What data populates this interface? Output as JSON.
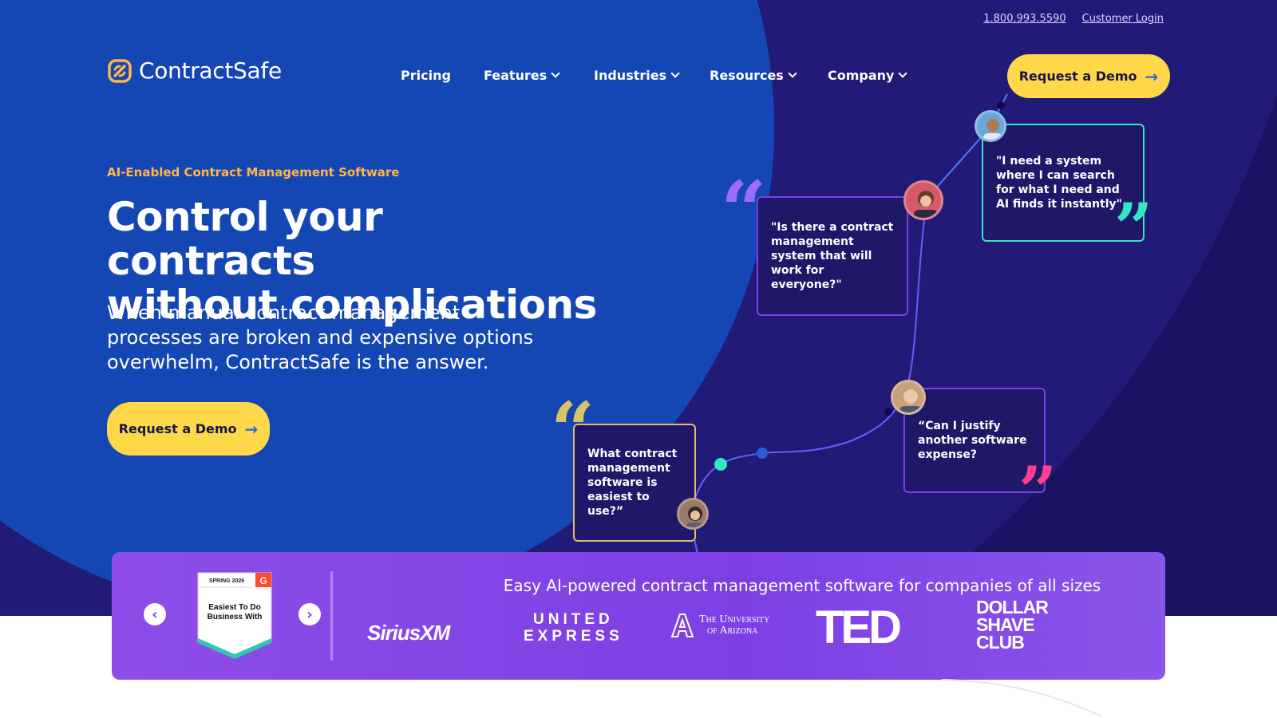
{
  "topbar": {
    "phone": "1.800.993.5590",
    "login": "Customer Login"
  },
  "brand": {
    "name": "ContractSafe",
    "accent": "#ffb64a"
  },
  "nav": {
    "items": [
      {
        "label": "Pricing",
        "dropdown": false
      },
      {
        "label": "Features",
        "dropdown": true
      },
      {
        "label": "Industries",
        "dropdown": true
      },
      {
        "label": "Resources",
        "dropdown": true
      },
      {
        "label": "Company",
        "dropdown": true
      }
    ],
    "cta": "Request a Demo"
  },
  "hero": {
    "eyebrow": "AI-Enabled Contract Management Software",
    "headline_line1": "Control your contracts",
    "headline_line2": "without complications",
    "subtext": "When manual contract management processes are broken and expensive options overwhelm, ContractSafe is the answer.",
    "cta": "Request a Demo"
  },
  "quotes": [
    {
      "text": "\"I need a system where I can search for what I need and AI finds it instantly\"",
      "accent": "#34e6c4"
    },
    {
      "text": "\"Is there a contract management system that will work for everyone?\"",
      "accent": "#9b6bff"
    },
    {
      "text": "“Can I justify another software expense?",
      "accent": "#ff3f8e"
    },
    {
      "text": "What contract management software is easiest to use?”",
      "accent": "#e6c26a"
    }
  ],
  "strip": {
    "title": "Easy AI-powered contract management software for companies of all sizes",
    "badge": {
      "season": "SPRING 2026",
      "line1": "Easiest To Do",
      "line2": "Business With"
    },
    "prev_icon": "chevron-left-icon",
    "next_icon": "chevron-right-icon",
    "logos": {
      "siriusxm": "SiriusXM",
      "united_line1": "UNITED",
      "united_line2": "EXPRESS",
      "ua_line1": "The University",
      "ua_line2": "of Arizona",
      "ted": "TED",
      "dsc_line1": "DOLLAR",
      "dsc_line2": "SHAVE",
      "dsc_line3": "CLUB"
    }
  },
  "colors": {
    "hero_bg": "#221a77",
    "hero_circle": "#1447b3",
    "cta_yellow": "#ffd84a",
    "strip_purple": "#7d3fe4"
  }
}
